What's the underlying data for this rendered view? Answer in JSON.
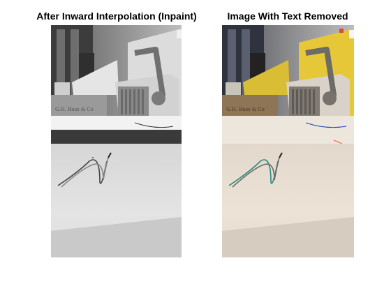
{
  "figure": {
    "panels": [
      {
        "title": "After Inward Interpolation (Inpaint)",
        "style": "grayscale"
      },
      {
        "title": "Image With Text Removed",
        "style": "color"
      }
    ]
  }
}
